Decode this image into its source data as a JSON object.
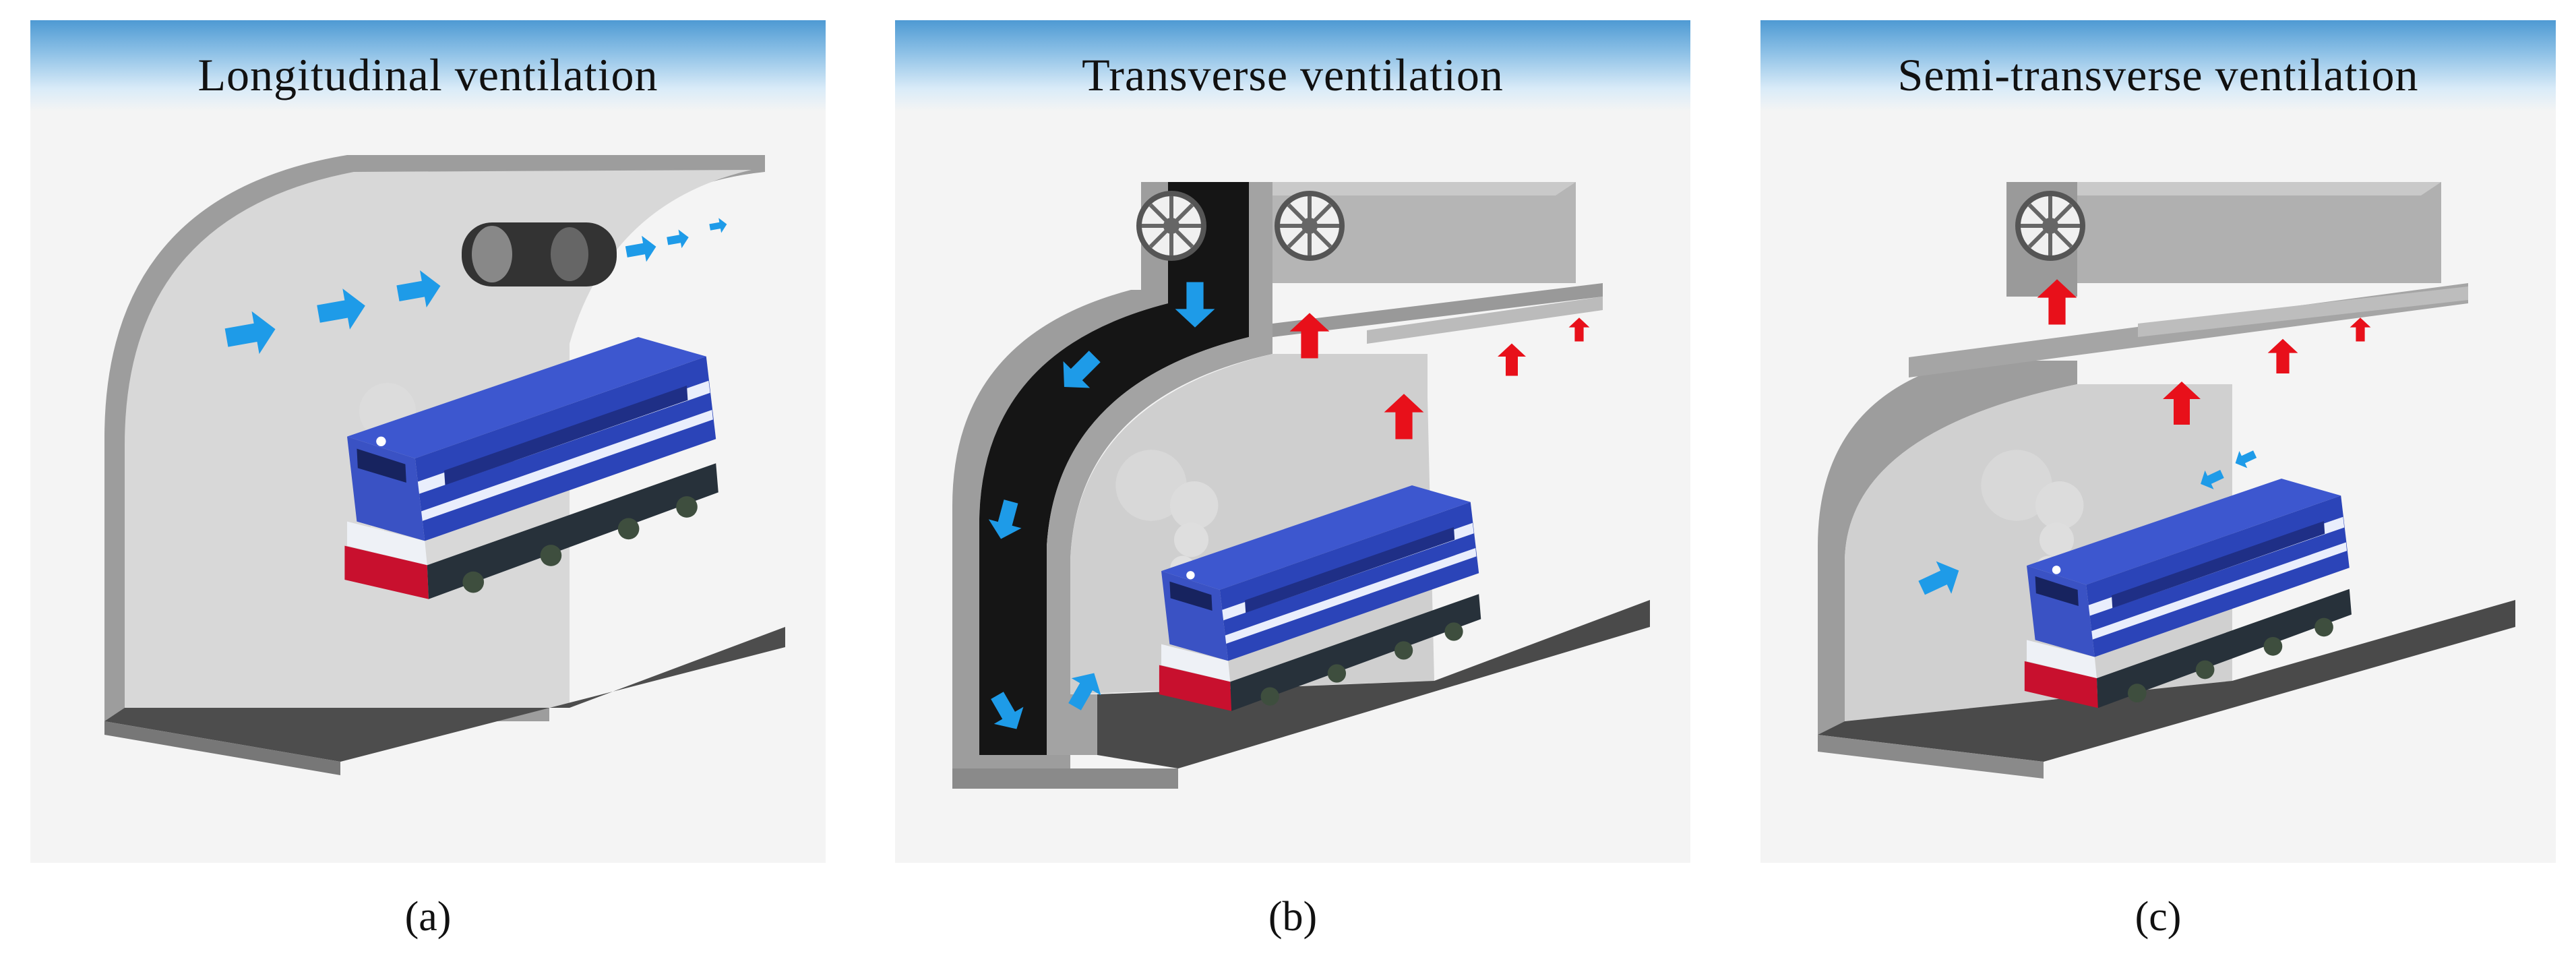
{
  "figure": {
    "panels": [
      {
        "title": "Longitudinal ventilation",
        "caption": "(a)"
      },
      {
        "title": "Transverse ventilation",
        "caption": "(b)"
      },
      {
        "title": "Semi-transverse ventilation",
        "caption": "(c)"
      }
    ]
  },
  "colors": {
    "header_blue": "#4e9ad3",
    "tunnel_wall": "#9d9d9d",
    "tunnel_inner": "#c4c4c4",
    "floor": "#555555",
    "train_blue": "#2b44b8",
    "train_red": "#c8102e",
    "fresh_air_arrow": "#1e9be8",
    "exhaust_air_arrow": "#e8101a",
    "smoke": "#d8d8d8"
  },
  "icons": [
    "fan-icon",
    "fresh-air-arrow-icon",
    "exhaust-air-arrow-icon",
    "smoke-plume-icon",
    "locomotive-icon"
  ]
}
